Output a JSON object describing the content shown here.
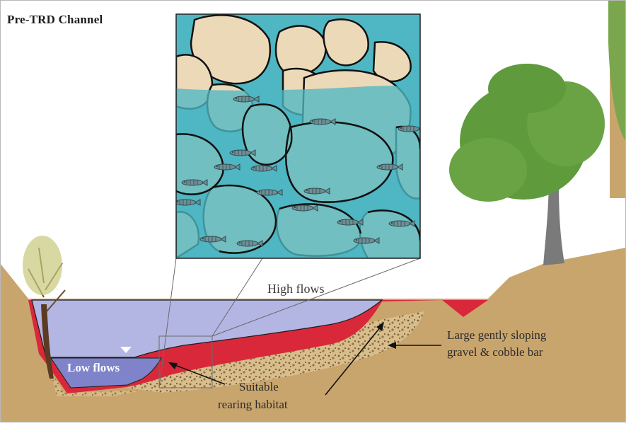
{
  "title": "Pre-TRD Channel",
  "labels": {
    "high_flows": "High flows",
    "low_flows": "Low flows",
    "bar_line1": "Large gently sloping",
    "bar_line2": "gravel & cobble bar",
    "habitat_line1": "Suitable",
    "habitat_line2": "rearing habitat"
  },
  "colors": {
    "ground": "#c9a56e",
    "high_flow_water": "#b3b6e3",
    "low_flow_water": "#7f83c9",
    "rearing_habitat": "#d9283a",
    "inset_water": "#4eb7c3",
    "boulders": "#ecd9b8",
    "tree_foliage": "#5f9a3c",
    "sky": "#ffffff"
  },
  "icons": [
    "fish-icon",
    "tree-icon",
    "water-level-triangle-icon"
  ]
}
